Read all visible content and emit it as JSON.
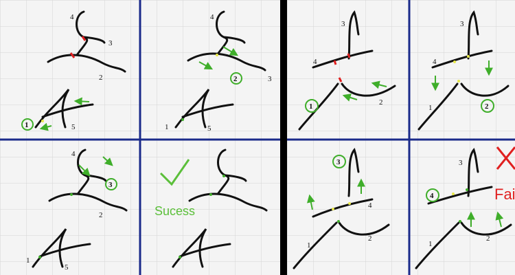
{
  "colors": {
    "grid": "#d4d4d4",
    "divider_blue": "#1a2a8a",
    "divider_black": "#000000",
    "stroke": "#111111",
    "green": "#3fae2a",
    "red": "#e02020",
    "dot_yellow": "#e8e84a"
  },
  "panels": [
    {
      "id": "tl",
      "labels": [
        "4",
        "3",
        "2",
        "1",
        "5"
      ]
    },
    {
      "id": "tm",
      "labels": [
        "4",
        "2",
        "3",
        "1",
        "5"
      ]
    },
    {
      "id": "bl",
      "labels": [
        "4",
        "3",
        "2",
        "1",
        "5"
      ]
    },
    {
      "id": "bm",
      "success_text": "Sucess"
    },
    {
      "id": "tr1",
      "labels": [
        "3",
        "4",
        "1",
        "2"
      ]
    },
    {
      "id": "tr2",
      "labels": [
        "3",
        "4",
        "1",
        "2"
      ]
    },
    {
      "id": "br1",
      "labels": [
        "3",
        "4",
        "1",
        "2"
      ]
    },
    {
      "id": "br2",
      "labels": [
        "3",
        "4",
        "1",
        "2"
      ],
      "fail_text": "Fai"
    }
  ]
}
